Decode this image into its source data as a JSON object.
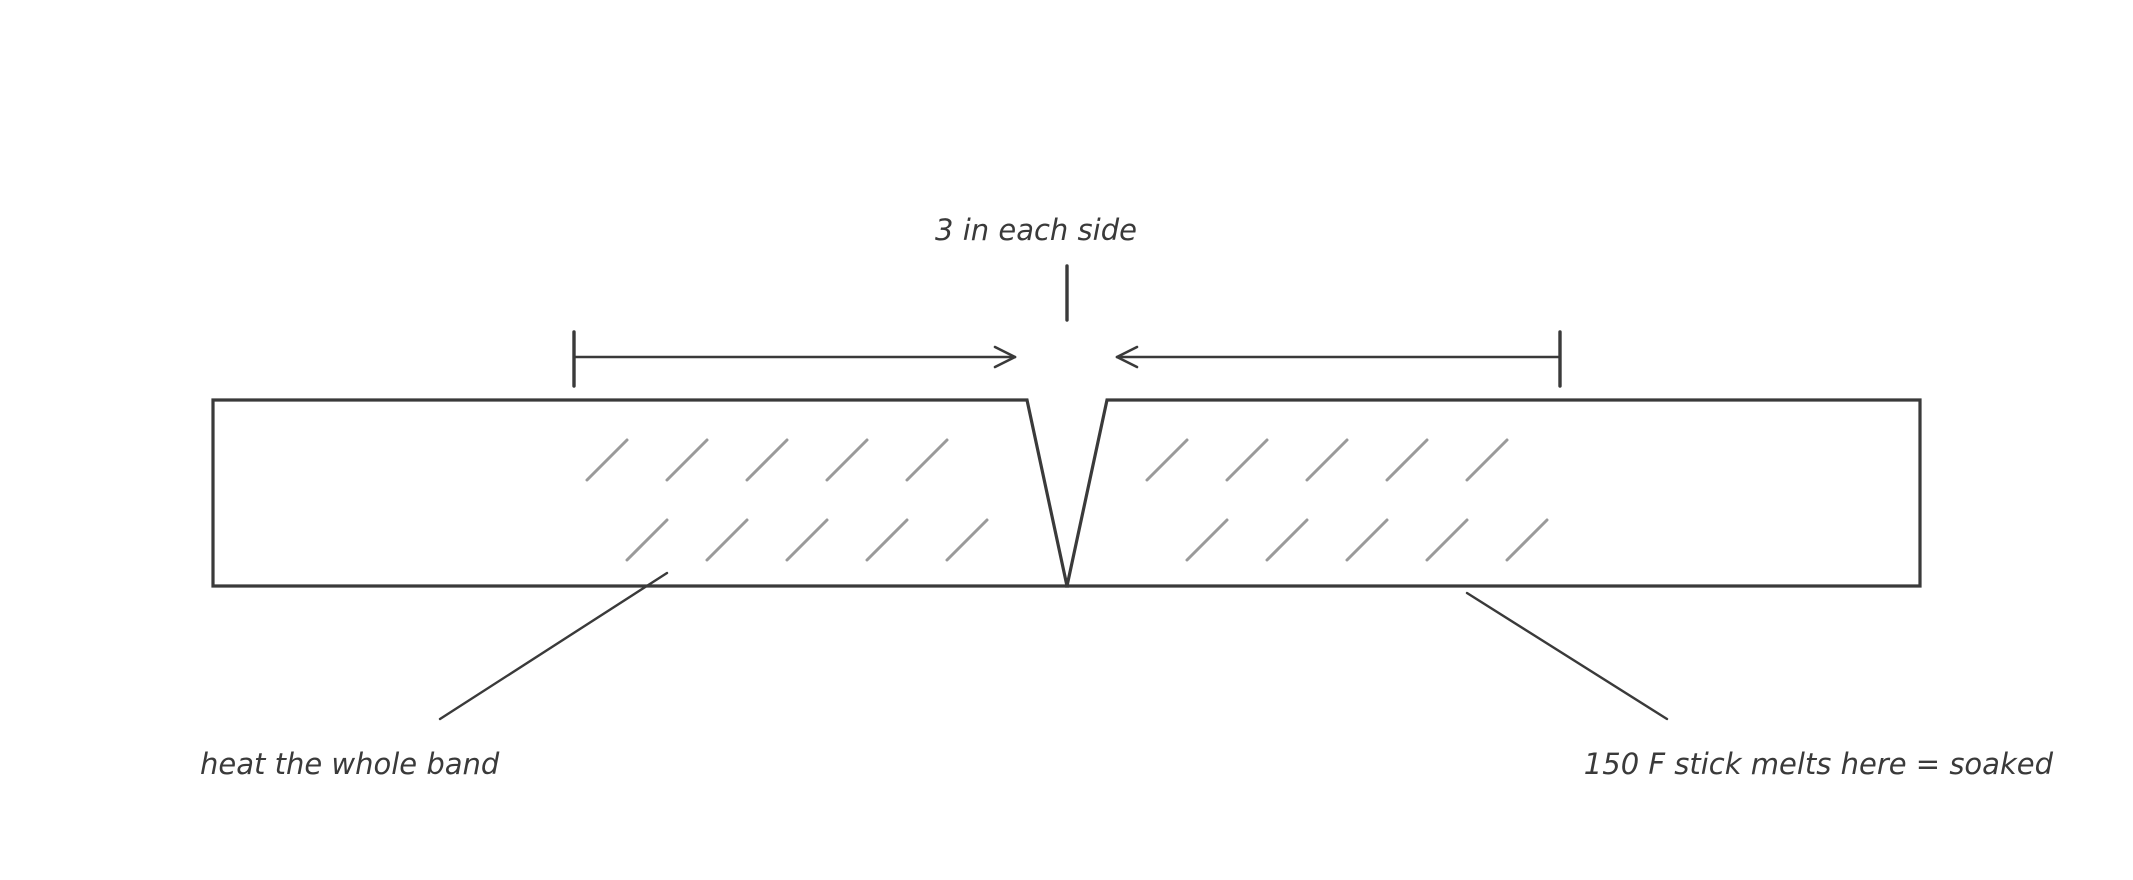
{
  "diagram": {
    "labels": {
      "top": "3 in each side",
      "left": "heat the whole band",
      "right": "150 F stick melts here = soaked"
    },
    "colors": {
      "ink": "#3a3a3a",
      "hatch": "#9a9a9a",
      "background": "#ffffff"
    }
  }
}
